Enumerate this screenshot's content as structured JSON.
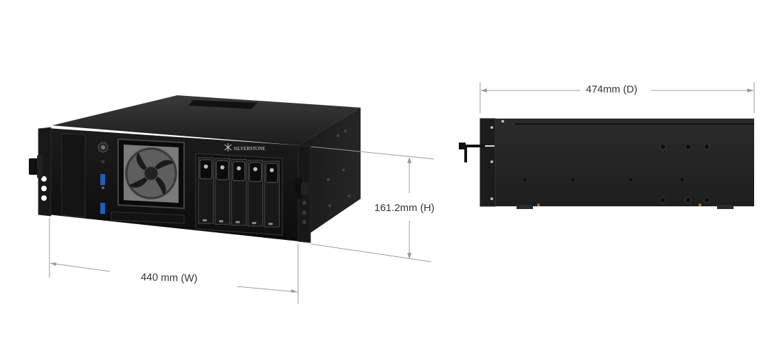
{
  "dimensions": {
    "width_label": "440 mm (W)",
    "height_label": "161.2mm (H)",
    "depth_label": "474mm (D)"
  },
  "front_unit": {
    "brand_label": "SILVERSTONE",
    "drive_bay_count": 5,
    "usb_port_count": 2
  },
  "colors": {
    "chassis_dark": "#141414",
    "chassis_top": "#2b2b2b",
    "dimension_line": "#9a9a9a",
    "usb_blue": "#1f5fbf"
  },
  "icons": {
    "fan": "fan-icon",
    "power": "power-button-icon",
    "brand": "snowflake-logo-icon"
  }
}
